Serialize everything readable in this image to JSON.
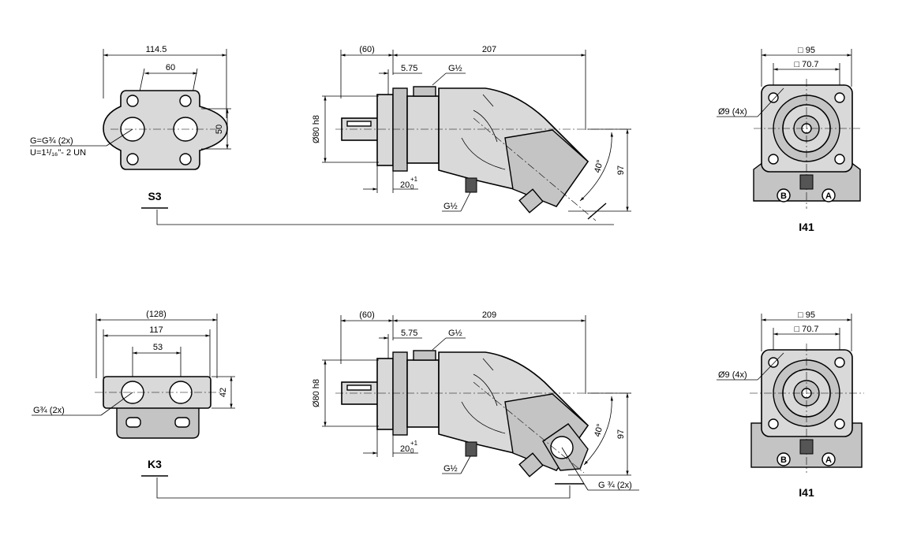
{
  "top_row": {
    "s3_flange": {
      "dim_overall": "114.5",
      "dim_hole_spacing": "60",
      "dim_height": "50",
      "port_note_1": "G=G¾ (2x)",
      "port_note_2": "U=1¹/₁₆\"- 2 UN",
      "label": "S3"
    },
    "side_view": {
      "dim_shaft": "(60)",
      "dim_length": "207",
      "dim_small": "5.75",
      "port_top": "G½",
      "dim_diameter": "Ø80 h8",
      "dim_tol_base": "20",
      "dim_tol_upper": "+1",
      "dim_tol_lower": "0",
      "port_bottom": "G½",
      "angle": "40°",
      "dim_height": "97"
    },
    "end_view": {
      "dim_outer": "□ 95",
      "dim_inner": "□ 70.7",
      "hole_note": "Ø9 (4x)",
      "port_b": "B",
      "port_a": "A",
      "label": "I41"
    }
  },
  "bottom_row": {
    "k3_flange": {
      "dim_overall": "(128)",
      "dim_width": "117",
      "dim_hole_spacing": "53",
      "dim_height": "42",
      "port_note": "G¾ (2x)",
      "label": "K3"
    },
    "side_view": {
      "dim_shaft": "(60)",
      "dim_length": "209",
      "dim_small": "5.75",
      "port_top": "G½",
      "dim_diameter": "Ø80 h8",
      "dim_tol_base": "20",
      "dim_tol_upper": "+1",
      "dim_tol_lower": "0",
      "port_bottom": "G½",
      "angle": "40°",
      "dim_height": "97",
      "port_side": "G ¾ (2x)"
    },
    "end_view": {
      "dim_outer": "□ 95",
      "dim_inner": "□ 70.7",
      "hole_note": "Ø9 (4x)",
      "port_b": "B",
      "port_a": "A",
      "label": "I41"
    }
  }
}
